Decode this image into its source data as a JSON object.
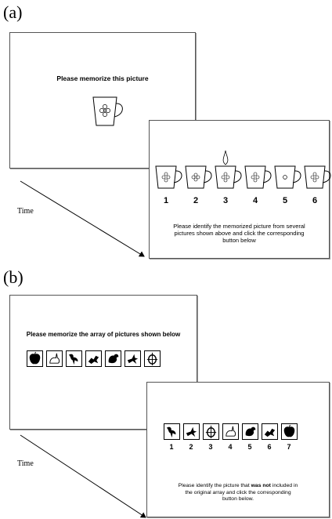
{
  "panel_a": {
    "label": "(a)",
    "study_screen": {
      "title": "Please memorize this picture"
    },
    "test_screen": {
      "numbers": [
        "1",
        "2",
        "3",
        "4",
        "5",
        "6"
      ],
      "instruction_lines": [
        "Please identify the memorized picture from several",
        "pictures shown above and click the corresponding",
        "button below"
      ]
    },
    "time_label": "Time"
  },
  "panel_b": {
    "label": "(b)",
    "study_screen": {
      "title": "Please memorize the array of pictures shown below"
    },
    "test_screen": {
      "numbers": [
        "1",
        "2",
        "3",
        "4",
        "5",
        "6",
        "7"
      ],
      "instruction": {
        "line1_before": "Please identify the picture that ",
        "line1_bold": "was not",
        "line1_after": " included in",
        "line2": "the original array and click the corresponding",
        "line3": "button below."
      }
    },
    "time_label": "Time"
  }
}
